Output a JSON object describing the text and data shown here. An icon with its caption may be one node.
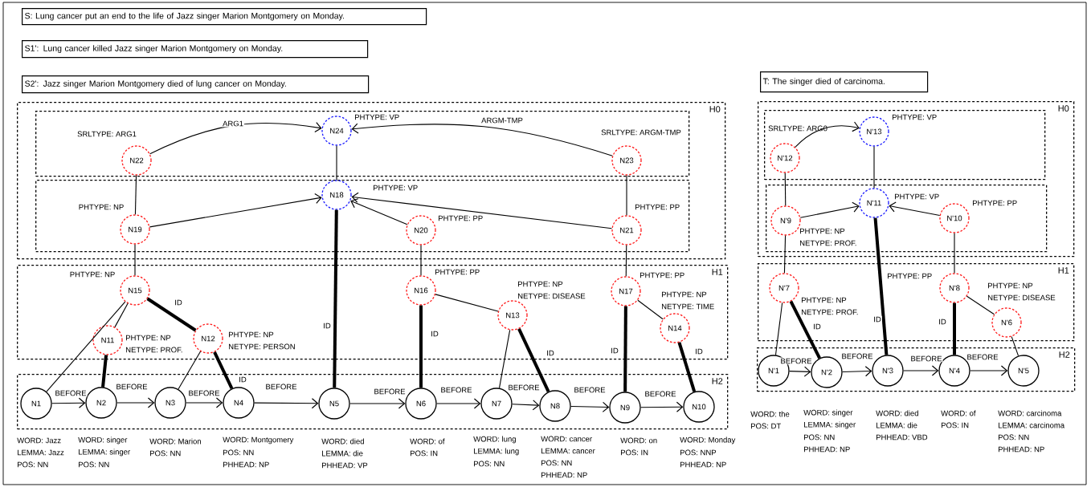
{
  "diagram": {
    "nodes": [
      {
        "text": [
          "S: Lung cancer put an end to the life of Jazz singer Marion Montgomery on Monday."
        ]
      },
      {
        "text": [
          "S1': Lung cancer killed Jazz singer Marion Montgomery on Monday."
        ]
      },
      {
        "text": [
          "S2': Jazz singer Marion Montgomery died of lung cancer on Monday."
        ]
      },
      {
        "text": [
          "T: The singer died of carcinoma."
        ]
      },
      {
        "text": [
          "H0"
        ]
      },
      {
        "text": [],
        "shape": "box",
        "in": 4
      },
      {
        "text": [],
        "shape": "box",
        "in": 4
      },
      {
        "text": [
          "N24"
        ],
        "beside": [
          "PHTYPE: VP"
        ],
        "in": 5
      },
      {
        "text": [
          "N22"
        ],
        "beside": [
          "SRLTYPE: ARG1"
        ],
        "in": 5
      },
      {
        "text": [
          "N23"
        ],
        "beside": [
          "SRLTYPE: ARGM-TMP"
        ],
        "in": 5
      },
      {
        "text": [
          "N18"
        ],
        "beside": [
          "PHTYPE: VP"
        ],
        "in": 6
      },
      {
        "text": [
          "N19"
        ],
        "beside": [
          "PHTYPE: NP"
        ],
        "in": 6
      },
      {
        "text": [
          "N20"
        ],
        "beside": [
          "PHTYPE: PP"
        ],
        "in": 6
      },
      {
        "text": [
          "N21"
        ],
        "beside": [
          "PHTYPE: PP"
        ],
        "in": 6
      },
      {
        "text": [
          "H1"
        ]
      },
      {
        "text": [
          "N15"
        ],
        "beside": [
          "PHTYPE: NP"
        ],
        "in": 14
      },
      {
        "text": [
          "N16"
        ],
        "beside": [
          "PHTYPE: PP"
        ],
        "in": 14
      },
      {
        "text": [
          "N17"
        ],
        "beside": [
          "PHTYPE: PP"
        ],
        "in": 14
      },
      {
        "text": [
          "N13"
        ],
        "beside": [
          "PHTYPE: NP",
          "NETYPE: DISEASE"
        ],
        "in": 14
      },
      {
        "text": [
          "N14"
        ],
        "beside": [
          "PHTYPE: NP",
          "NETYPE: TIME"
        ],
        "in": 14
      },
      {
        "text": [
          "N11"
        ],
        "beside": [
          "PHTYPE: NP",
          "NETYPE: PROF."
        ],
        "in": 14
      },
      {
        "text": [
          "N12"
        ],
        "beside": [
          "PHTYPE: NP",
          "NETYPE: PERSON"
        ],
        "in": 14
      },
      {
        "text": [
          "H2"
        ]
      },
      {
        "text": [
          "N1"
        ],
        "beside": [
          "WORD: Jazz",
          "LEMMA: Jazz",
          "POS: NN"
        ],
        "in": 22
      },
      {
        "text": [
          "N2"
        ],
        "beside": [
          "WORD: singer",
          "LEMMA: singer",
          "POS: NN"
        ],
        "in": 22
      },
      {
        "text": [
          "N3"
        ],
        "beside": [
          "WORD: Marion",
          "POS: NN"
        ],
        "in": 22
      },
      {
        "text": [
          "N4"
        ],
        "beside": [
          "WORD: Montgomery",
          "POS: NN",
          "PHHEAD: NP"
        ],
        "in": 22
      },
      {
        "text": [
          "N5"
        ],
        "beside": [
          "WORD: died",
          "LEMMA: die",
          "PHHEAD: VP"
        ],
        "in": 22
      },
      {
        "text": [
          "N6"
        ],
        "beside": [
          "WORD: of",
          "POS: IN"
        ],
        "in": 22
      },
      {
        "text": [
          "N7"
        ],
        "beside": [
          "WORD: lung",
          "LEMMA: lung",
          "POS: NN"
        ],
        "in": 22
      },
      {
        "text": [
          "N8"
        ],
        "beside": [
          "WORD: cancer",
          "LEMMA: cancer",
          "POS: NN",
          "PHHEAD: NP"
        ],
        "in": 22
      },
      {
        "text": [
          "N9"
        ],
        "beside": [
          "WORD: on",
          "POS: IN"
        ],
        "in": 22
      },
      {
        "text": [
          "N10"
        ],
        "beside": [
          "WORD: Monday",
          "POS: NNP",
          "PHHEAD: NP"
        ],
        "in": 22
      },
      {
        "text": [
          "H0"
        ]
      },
      {
        "text": [],
        "shape": "box",
        "in": 33
      },
      {
        "text": [],
        "shape": "box",
        "in": 33
      },
      {
        "text": [
          "N'13"
        ],
        "beside": [
          "PHTYPE: VP"
        ],
        "in": 34
      },
      {
        "text": [
          "N'12"
        ],
        "beside": [
          "SRLTYPE: ARG0"
        ],
        "in": 34
      },
      {
        "text": [
          "N'11"
        ],
        "beside": [
          "PHTYPE: VP"
        ],
        "in": 35
      },
      {
        "text": [
          "N'9"
        ],
        "beside": [
          "PHTYPE: NP",
          "NETYPE: PROF."
        ],
        "in": 35
      },
      {
        "text": [
          "N'10"
        ],
        "beside": [
          "PHTYPE: PP"
        ],
        "in": 35
      },
      {
        "text": [
          "H1"
        ]
      },
      {
        "text": [
          "N'7"
        ],
        "beside": [
          "PHTYPE: NP",
          "NETYPE: PROF."
        ],
        "in": 41
      },
      {
        "text": [
          "N'8"
        ],
        "beside": [
          "PHTYPE: PP"
        ],
        "in": 41
      },
      {
        "text": [
          "N'6"
        ],
        "beside": [
          "PHTYPE: NP",
          "NETYPE: DISEASE"
        ],
        "in": 41
      },
      {
        "text": [
          "H2"
        ]
      },
      {
        "text": [
          "N'1"
        ],
        "beside": [
          "WORD: the",
          "POS: DT"
        ],
        "in": 45
      },
      {
        "text": [
          "N'2"
        ],
        "beside": [
          "WORD: singer",
          "LEMMA: singer",
          "POS: NN",
          "PHHEAD: NP"
        ],
        "in": 45
      },
      {
        "text": [
          "N'3"
        ],
        "beside": [
          "WORD: died",
          "LEMMA: die",
          "PHHEAD: VBD"
        ],
        "in": 45
      },
      {
        "text": [
          "N'4"
        ],
        "beside": [
          "WORD: of",
          "POS: IN"
        ],
        "in": 45
      },
      {
        "text": [
          "N'5"
        ],
        "beside": [
          "WORD: carcinoma",
          "LEMMA: carcinoma",
          "POS: NN",
          "PHHEAD: NP"
        ],
        "in": 45
      }
    ],
    "edges": [
      {
        "from": 8,
        "to": 7,
        "arrow": "to",
        "label": "ARG1"
      },
      {
        "from": 9,
        "to": 7,
        "arrow": "to",
        "label": "ARGM-TMP"
      },
      {
        "from": 7,
        "to": 10,
        "arrow": "none"
      },
      {
        "from": 8,
        "to": 11,
        "arrow": "none"
      },
      {
        "from": 9,
        "to": 13,
        "arrow": "none"
      },
      {
        "from": 11,
        "to": 10,
        "arrow": "to"
      },
      {
        "from": 12,
        "to": 10,
        "arrow": "to"
      },
      {
        "from": 13,
        "to": 10,
        "arrow": "to"
      },
      {
        "from": 11,
        "to": 15,
        "arrow": "none"
      },
      {
        "from": 12,
        "to": 16,
        "arrow": "none"
      },
      {
        "from": 13,
        "to": 17,
        "arrow": "none"
      },
      {
        "from": 10,
        "to": 27,
        "arrow": "none",
        "label": "ID",
        "style": "thick"
      },
      {
        "from": 15,
        "to": 23,
        "arrow": "none"
      },
      {
        "from": 15,
        "to": 20,
        "arrow": "none"
      },
      {
        "from": 15,
        "to": 21,
        "arrow": "none",
        "label": "ID",
        "style": "thick"
      },
      {
        "from": 20,
        "to": 24,
        "arrow": "none",
        "style": "thick"
      },
      {
        "from": 21,
        "to": 25,
        "arrow": "none"
      },
      {
        "from": 21,
        "to": 26,
        "arrow": "none",
        "label": "ID",
        "style": "thick"
      },
      {
        "from": 16,
        "to": 18,
        "arrow": "none"
      },
      {
        "from": 16,
        "to": 28,
        "arrow": "none",
        "label": "ID",
        "style": "thick"
      },
      {
        "from": 18,
        "to": 29,
        "arrow": "none"
      },
      {
        "from": 18,
        "to": 30,
        "arrow": "none",
        "label": "ID",
        "style": "thick"
      },
      {
        "from": 17,
        "to": 19,
        "arrow": "none"
      },
      {
        "from": 17,
        "to": 31,
        "arrow": "none",
        "label": "ID",
        "style": "thick"
      },
      {
        "from": 19,
        "to": 32,
        "arrow": "none",
        "label": "ID",
        "style": "thick"
      },
      {
        "from": 23,
        "to": 24,
        "arrow": "to",
        "label": "BEFORE"
      },
      {
        "from": 24,
        "to": 25,
        "arrow": "to",
        "label": "BEFORE"
      },
      {
        "from": 25,
        "to": 26,
        "arrow": "to",
        "label": "BEFORE"
      },
      {
        "from": 26,
        "to": 27,
        "arrow": "to",
        "label": "BEFORE"
      },
      {
        "from": 27,
        "to": 28,
        "arrow": "to",
        "label": "BEFORE"
      },
      {
        "from": 28,
        "to": 29,
        "arrow": "to",
        "label": "BEFORE"
      },
      {
        "from": 29,
        "to": 30,
        "arrow": "to",
        "label": "BEFORE"
      },
      {
        "from": 30,
        "to": 31,
        "arrow": "to",
        "label": "BEFORE"
      },
      {
        "from": 31,
        "to": 32,
        "arrow": "to",
        "label": "BEFORE"
      },
      {
        "from": 37,
        "to": 36,
        "arrow": "to"
      },
      {
        "from": 36,
        "to": 38,
        "arrow": "none"
      },
      {
        "from": 37,
        "to": 39,
        "arrow": "none"
      },
      {
        "from": 39,
        "to": 38,
        "arrow": "to"
      },
      {
        "from": 40,
        "to": 38,
        "arrow": "to"
      },
      {
        "from": 39,
        "to": 42,
        "arrow": "none"
      },
      {
        "from": 40,
        "to": 43,
        "arrow": "none"
      },
      {
        "from": 42,
        "to": 46,
        "arrow": "none"
      },
      {
        "from": 42,
        "to": 47,
        "arrow": "none",
        "label": "ID",
        "style": "thick"
      },
      {
        "from": 38,
        "to": 48,
        "arrow": "none",
        "label": "ID",
        "style": "thick"
      },
      {
        "from": 43,
        "to": 49,
        "arrow": "none",
        "label": "ID",
        "style": "thick"
      },
      {
        "from": 43,
        "to": 44,
        "arrow": "none"
      },
      {
        "from": 44,
        "to": 50,
        "arrow": "none"
      },
      {
        "from": 46,
        "to": 47,
        "arrow": "to",
        "label": "BEFORE"
      },
      {
        "from": 47,
        "to": 48,
        "arrow": "to",
        "label": "BEFORE"
      },
      {
        "from": 48,
        "to": 49,
        "arrow": "to",
        "label": "BEFORE"
      },
      {
        "from": 49,
        "to": 50,
        "arrow": "to",
        "label": "BEFORE"
      }
    ]
  }
}
